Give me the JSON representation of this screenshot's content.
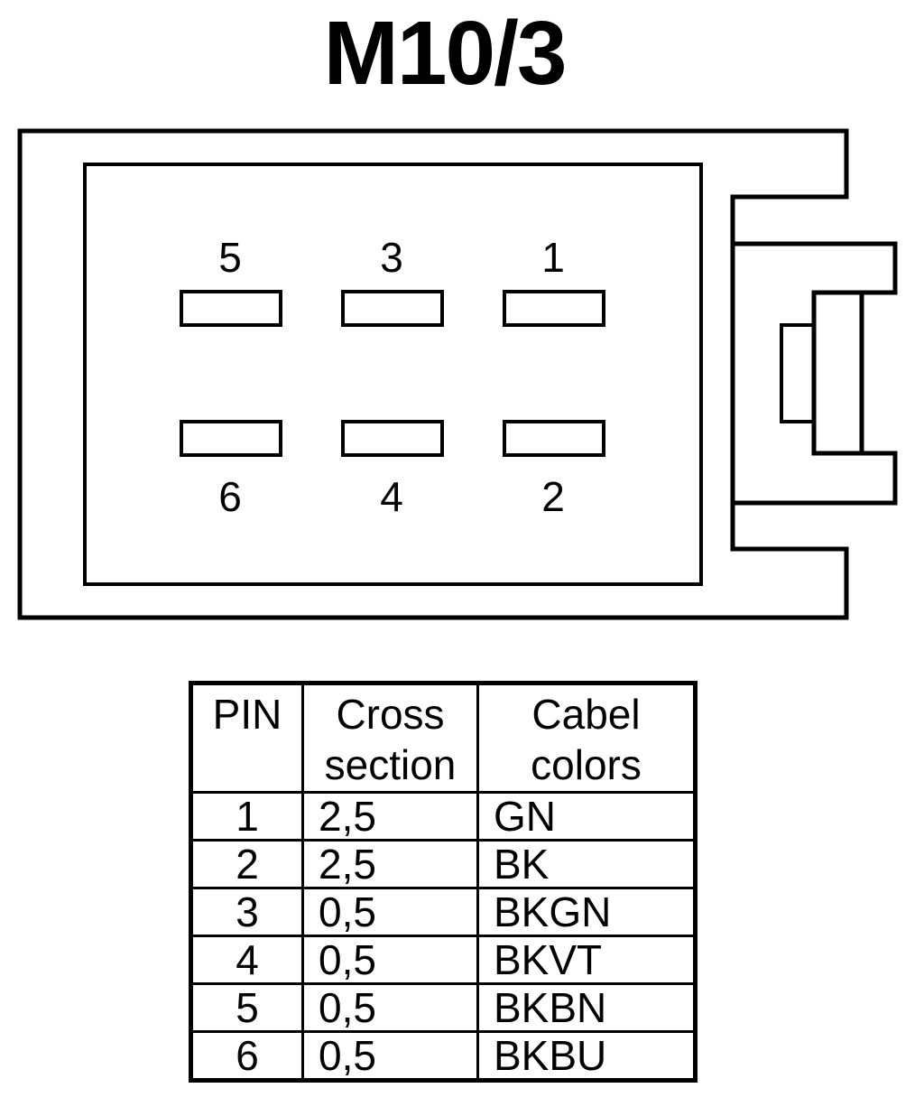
{
  "title": "M10/3",
  "connector": {
    "pin_labels": {
      "top": [
        "5",
        "3",
        "1"
      ],
      "bottom": [
        "6",
        "4",
        "2"
      ]
    }
  },
  "table": {
    "headers": {
      "pin": "PIN",
      "cross_section": [
        "Cross",
        "section"
      ],
      "cable_colors": [
        "Cabel",
        "colors"
      ]
    },
    "rows": [
      {
        "pin": "1",
        "cross_section": "2,5",
        "color": "GN"
      },
      {
        "pin": "2",
        "cross_section": "2,5",
        "color": "BK"
      },
      {
        "pin": "3",
        "cross_section": "0,5",
        "color": "BKGN"
      },
      {
        "pin": "4",
        "cross_section": "0,5",
        "color": "BKVT"
      },
      {
        "pin": "5",
        "cross_section": "0,5",
        "color": "BKBN"
      },
      {
        "pin": "6",
        "cross_section": "0,5",
        "color": "BKBU"
      }
    ]
  }
}
